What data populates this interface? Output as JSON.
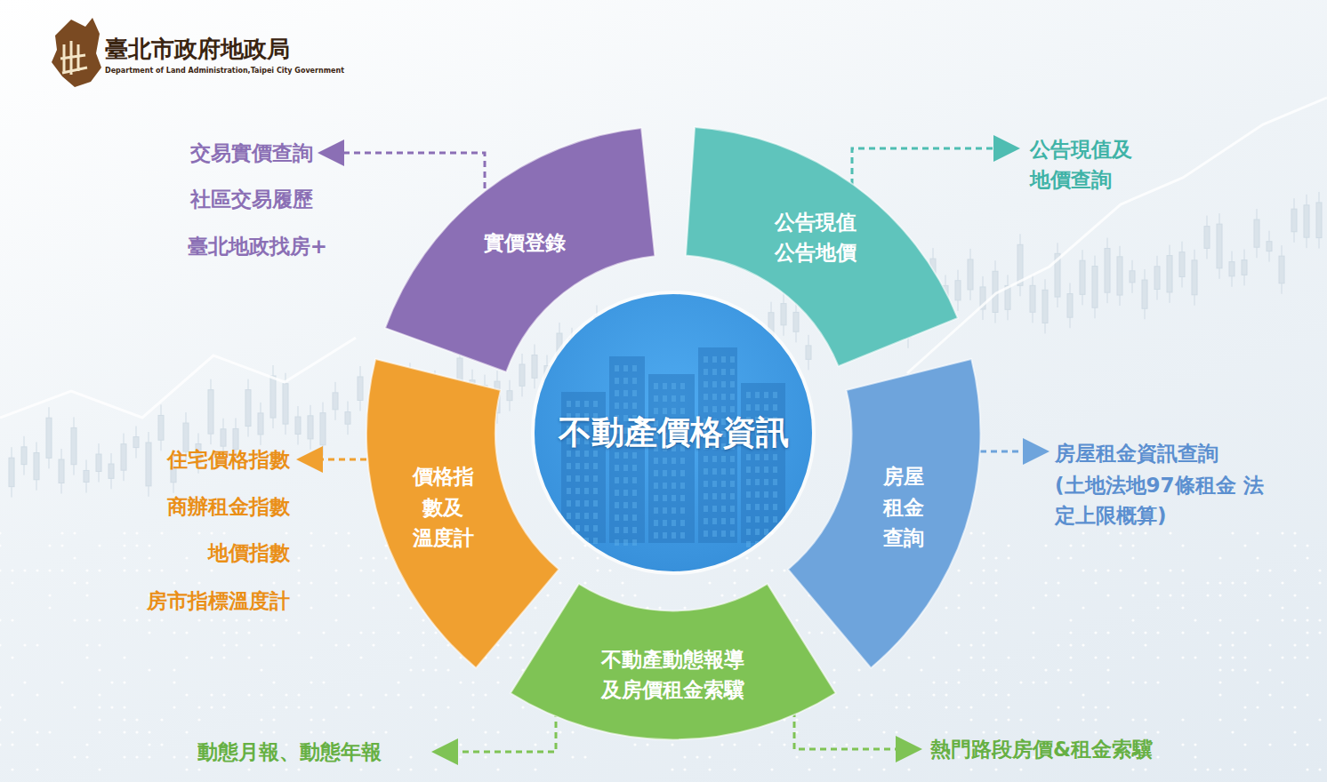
{
  "diagram": {
    "nodes": [
      {
        "text": [
          "不動產價格資訊"
        ]
      },
      {
        "text": [
          "實價登錄"
        ]
      },
      {
        "text": [
          "公告現值 公告地價"
        ]
      },
      {
        "text": [
          "房屋 租金 查詢"
        ]
      },
      {
        "text": [
          "不動產動態報導 及房價租金索驥"
        ]
      },
      {
        "text": [
          "價格指 數及 溫度計"
        ]
      }
    ],
    "labels": [
      "臺北市政府地政局",
      "Department of Land Administration,Taipei City Government",
      "交易實價查詢",
      "社區交易履歷",
      "臺北地政找房+",
      "公告現值及 地價查詢",
      "房屋租金資訊查詢",
      "(土地法地97條租金 法定上限概算)",
      "住宅價格指數",
      "商辦租金指數",
      "地價指數",
      "房市指標溫度計",
      "動態月報、動態年報",
      "熱門路段房價&租金索驥"
    ]
  }
}
